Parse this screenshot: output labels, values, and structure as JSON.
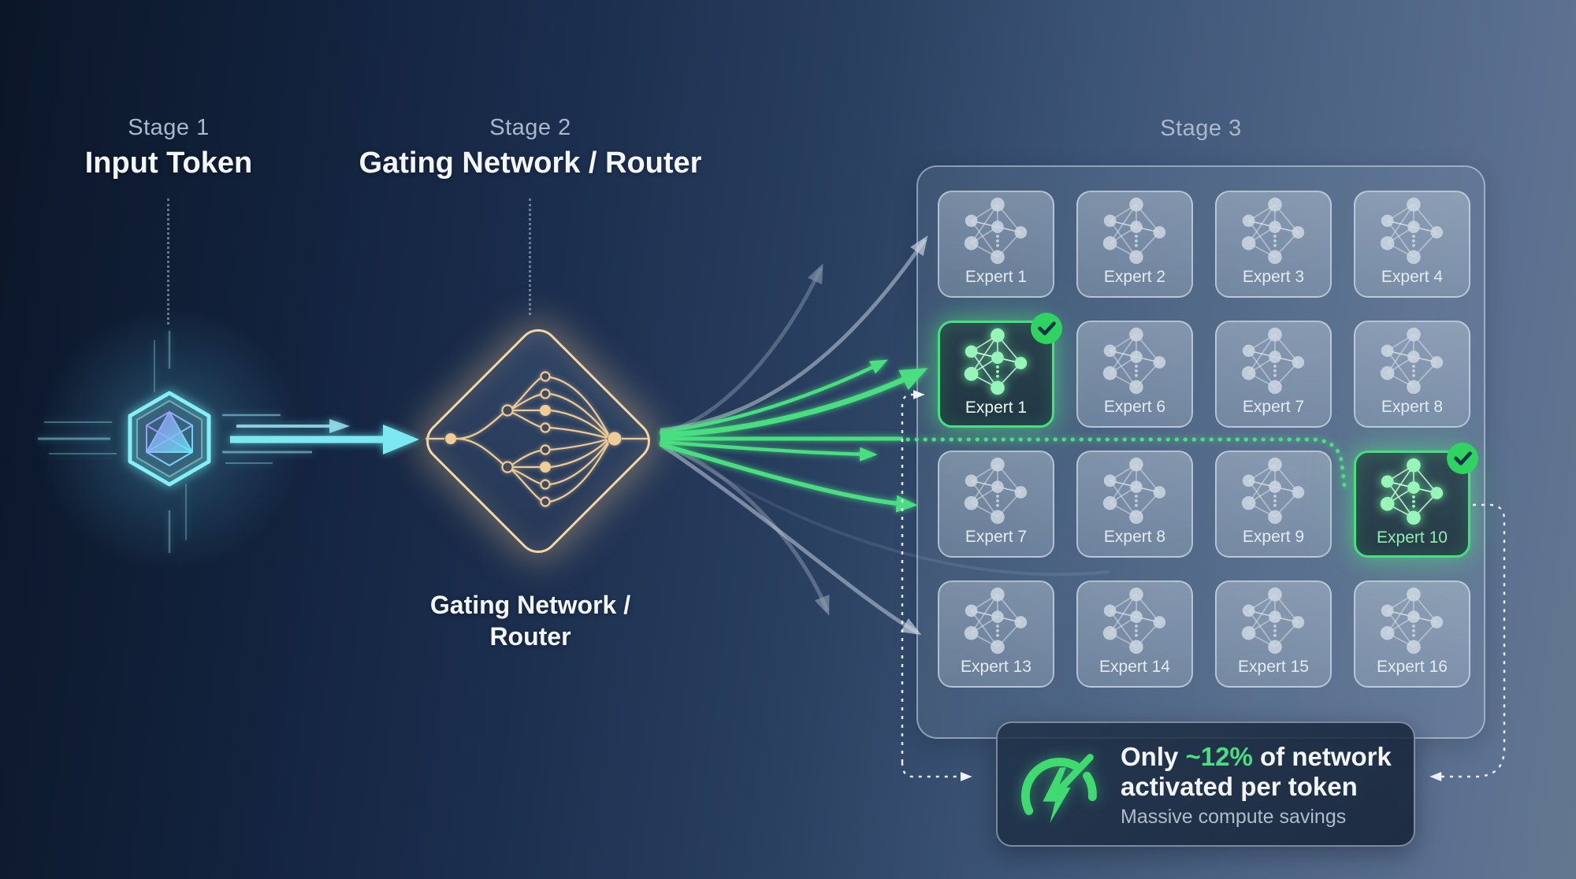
{
  "stage1": {
    "label": "Stage 1",
    "title": "Input Token"
  },
  "stage2": {
    "label": "Stage 2",
    "title": "Gating Network / Router",
    "caption_line1": "Gating Network /",
    "caption_line2": "Router"
  },
  "stage3": {
    "label": "Stage 3",
    "experts": [
      {
        "label": "Expert 1",
        "active": false
      },
      {
        "label": "Expert 2",
        "active": false
      },
      {
        "label": "Expert 3",
        "active": false
      },
      {
        "label": "Expert 4",
        "active": false
      },
      {
        "label": "Expert 1",
        "active": true
      },
      {
        "label": "Expert 6",
        "active": false
      },
      {
        "label": "Expert 7",
        "active": false
      },
      {
        "label": "Expert 8",
        "active": false
      },
      {
        "label": "Expert 7",
        "active": false
      },
      {
        "label": "Expert 8",
        "active": false
      },
      {
        "label": "Expert 9",
        "active": false
      },
      {
        "label": "Expert 10",
        "active": true,
        "label_color": "#8df1ae"
      },
      {
        "label": "Expert 13",
        "active": false
      },
      {
        "label": "Expert 14",
        "active": false
      },
      {
        "label": "Expert 15",
        "active": false
      },
      {
        "label": "Expert 16",
        "active": false
      }
    ]
  },
  "badge": {
    "prefix": "Only ",
    "highlight": "~12%",
    "suffix": " of network",
    "line2": "activated per token",
    "subtitle": "Massive compute savings"
  },
  "colors": {
    "accent_green": "#4ade80",
    "accent_cyan": "#7ce9f1",
    "accent_gold": "#f0cc98",
    "check_green": "#2fd360",
    "card_label": "#e4ebf2",
    "stage_label": "#a9b8ca"
  }
}
